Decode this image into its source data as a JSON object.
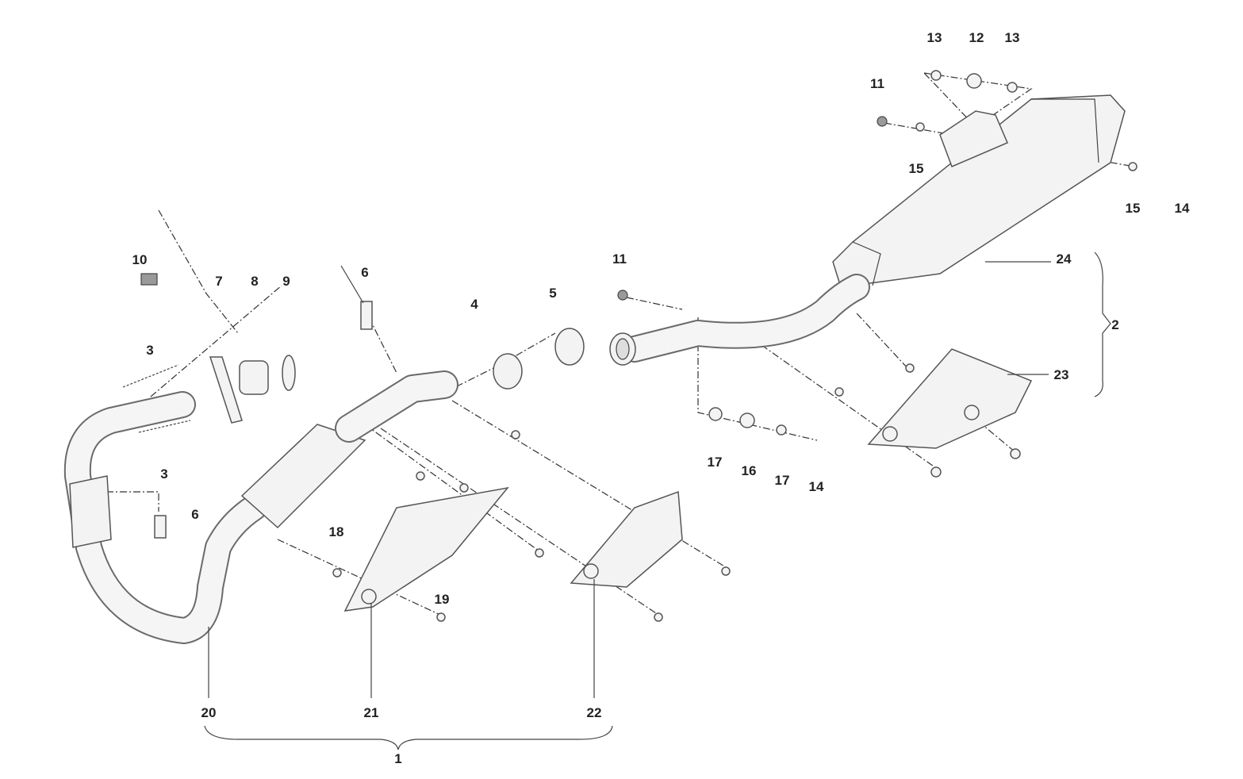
{
  "diagram": {
    "title": "Exhaust system exploded view",
    "callouts": [
      "1",
      "2",
      "3",
      "3",
      "4",
      "5",
      "6",
      "6",
      "7",
      "8",
      "9",
      "10",
      "11",
      "11",
      "12",
      "13",
      "13",
      "14",
      "14",
      "15",
      "15",
      "16",
      "17",
      "17",
      "18",
      "19",
      "20",
      "21",
      "22",
      "23",
      "24"
    ],
    "colors": {
      "line": "#555555",
      "part_fill": "#f3f3f3",
      "label": "#222222"
    }
  }
}
